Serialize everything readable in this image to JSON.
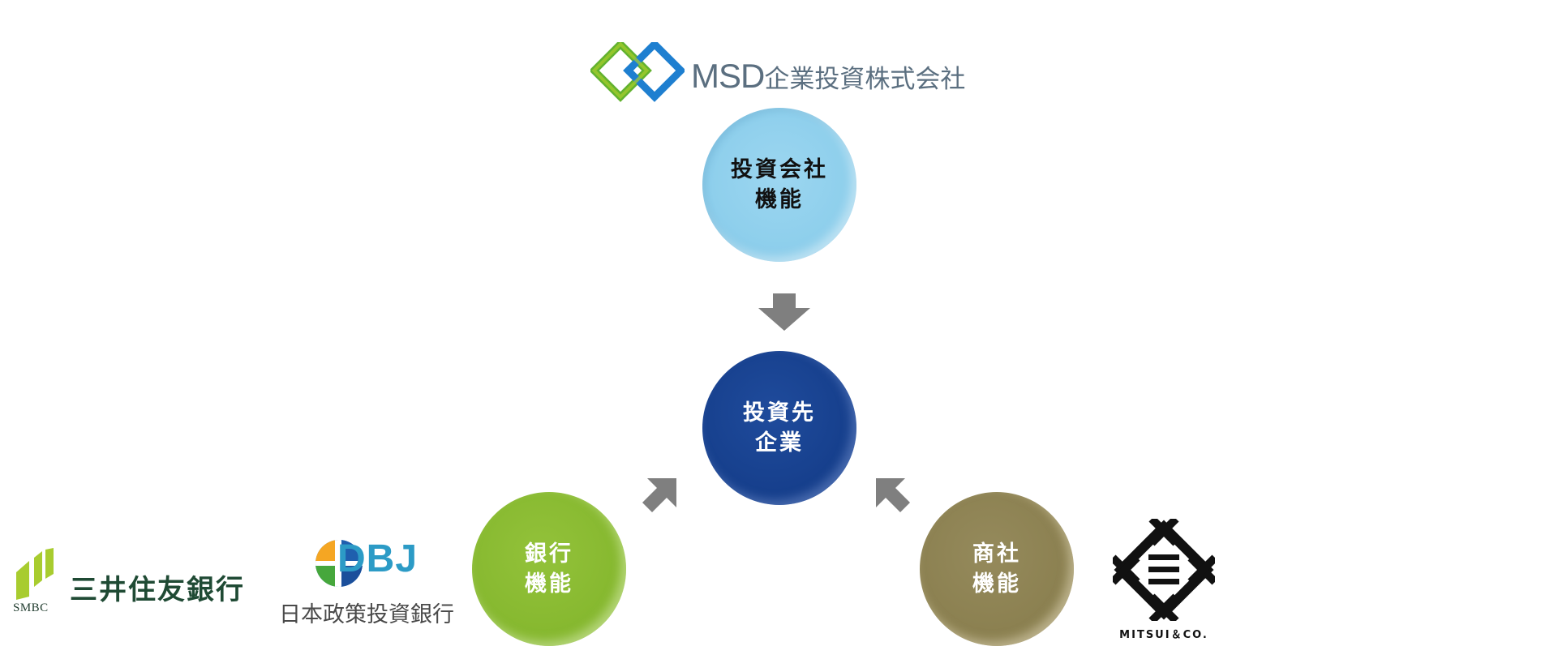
{
  "logos": {
    "msd": {
      "name_latin": "MSD",
      "name_jp": "企業投資株式会社"
    },
    "smbc": {
      "abbr": "SMBC",
      "name": "三井住友銀行"
    },
    "dbj": {
      "abbr": "DBJ",
      "name": "日本政策投資銀行"
    },
    "mitsui": {
      "name": "MITSUI＆CO."
    }
  },
  "circles": {
    "top": {
      "line1": "投資会社",
      "line2": "機能",
      "color": "#8ecfec"
    },
    "center": {
      "line1": "投資先",
      "line2": "企業",
      "color": "#163f8c"
    },
    "left": {
      "line1": "銀行",
      "line2": "機能",
      "color": "#86b82f"
    },
    "right": {
      "line1": "商社",
      "line2": "機能",
      "color": "#8b8050"
    }
  },
  "arrow_color": "#7f7f7f"
}
